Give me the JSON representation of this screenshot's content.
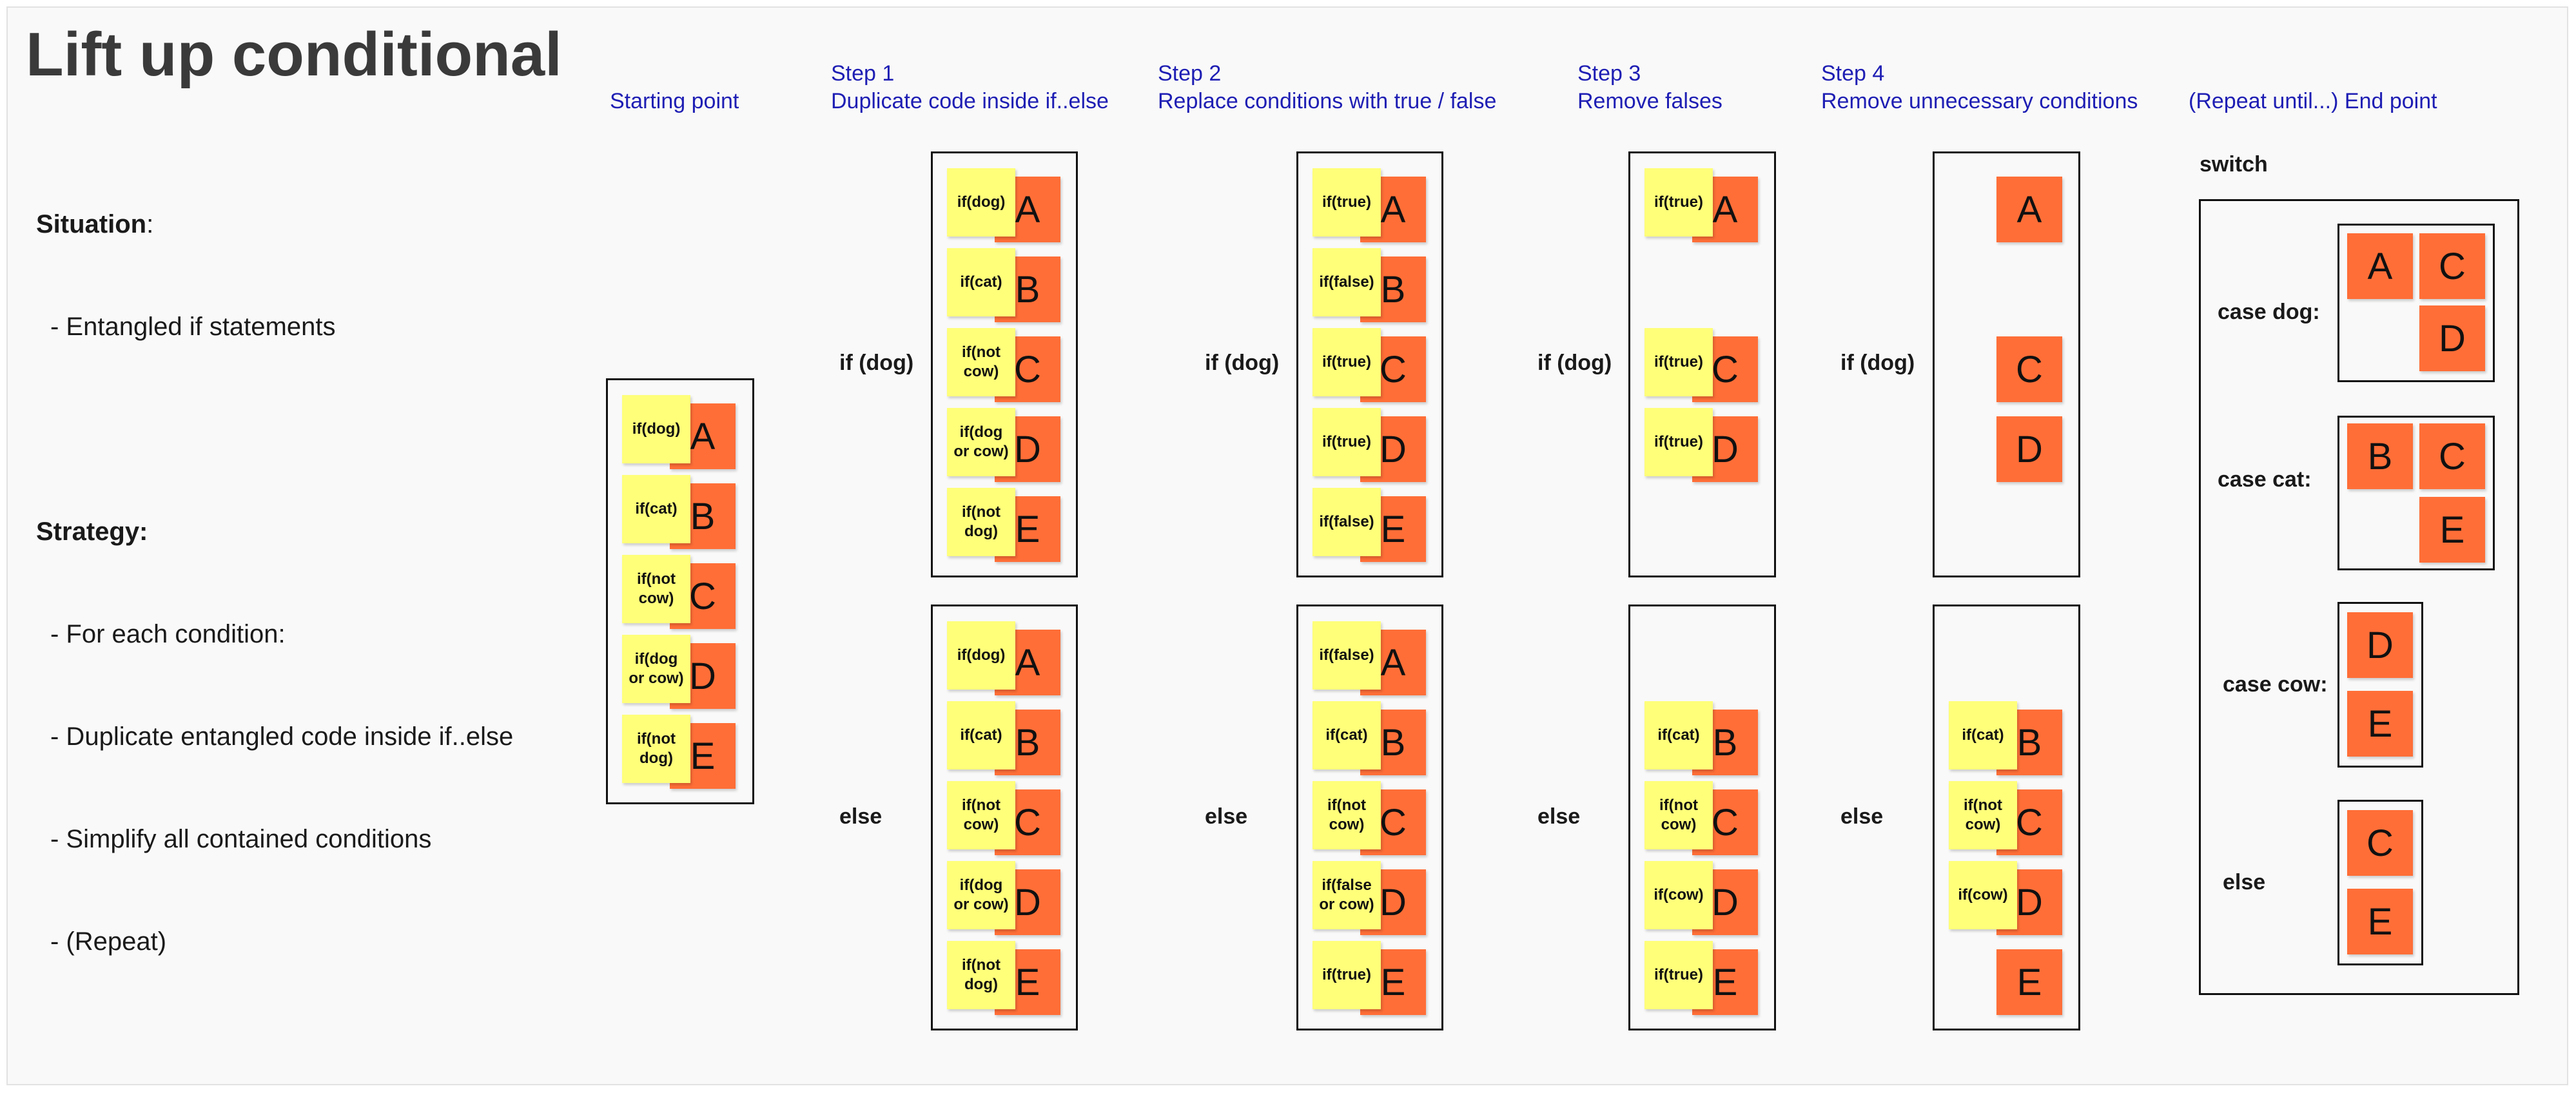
{
  "board": {
    "title": "Lift up conditional",
    "description": {
      "situation_heading": "Situation",
      "situation_colon": ":",
      "situation_items": [
        "- Entangled if statements"
      ],
      "strategy_heading": "Strategy:",
      "strategy_items": [
        "- For each condition:",
        "- Duplicate entangled code inside if..else",
        "- Simplify all contained conditions",
        "- (Repeat)"
      ]
    },
    "columns": [
      {
        "step": "",
        "caption": "Starting point"
      },
      {
        "step": "Step 1",
        "caption": "Duplicate code inside if..else"
      },
      {
        "step": "Step 2",
        "caption": "Replace conditions with true / false"
      },
      {
        "step": "Step 3",
        "caption": "Remove falses"
      },
      {
        "step": "Step 4",
        "caption": "Remove unnecessary conditions"
      },
      {
        "step": "",
        "caption": "(Repeat until...) End point"
      }
    ],
    "branch_labels": {
      "if_dog": "if (dog)",
      "else": "else"
    },
    "end_point": {
      "switch": "switch",
      "cases": [
        "case dog:",
        "case cat:",
        "case cow:",
        "else"
      ]
    },
    "code_blocks": [
      "A",
      "B",
      "C",
      "D",
      "E"
    ],
    "conditions": {
      "dog": "if(dog)",
      "cat": "if(cat)",
      "not_cow": "if(not\ncow)",
      "dog_or_cow": "if(dog\nor cow)",
      "not_dog": "if(not\ndog)",
      "true": "if(true)",
      "false": "if(false)",
      "cow": "if(cow)",
      "false_or_cow": "if(false\nor cow)"
    },
    "colors": {
      "sticky_condition": "#ffff7a",
      "sticky_code": "#ff6e37",
      "step_header": "#1e1eb4",
      "title": "#3a3a3a"
    }
  }
}
